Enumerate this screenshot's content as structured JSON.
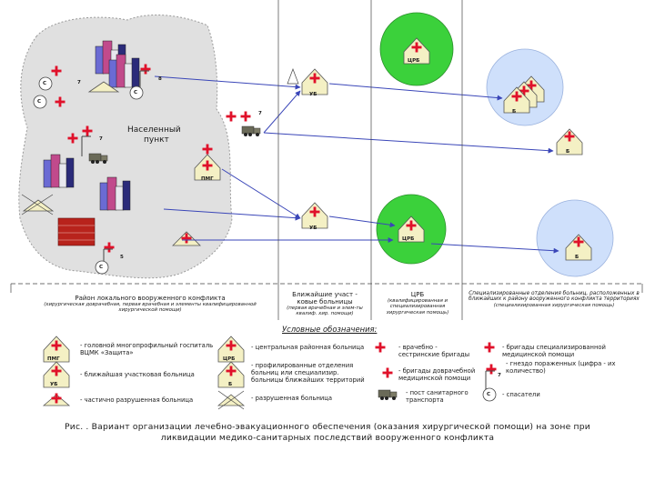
{
  "map": {
    "settlement_label_1": "Населенный",
    "settlement_label_2": "пункт",
    "pmg": "ПМГ",
    "ub": "УБ",
    "crb": "ЦРБ",
    "b": "Б",
    "s": "С",
    "n8": "8",
    "n7": "7",
    "n5": "5"
  },
  "sections": [
    {
      "title": "Район локального вооруженного конфликта",
      "sub": "(хирургическая доврачебная, первая врачебная и элементы квалифицированной хирургической помощи)"
    },
    {
      "title": "Ближайшие участ - ковые больницы",
      "sub": "(первая врачебная и элем-ты квалиф. хир. помощи)"
    },
    {
      "title": "ЦРБ",
      "sub": "(квалифицированная и специализированная хирургическая помощь)"
    },
    {
      "title": "Специализированные отделения больниц, расположенных в ближайших к району вооруженного конфликта территориях",
      "sub": "(специализированная хирургическая помощь)"
    }
  ],
  "legend": {
    "title": "Условные обозначения:",
    "pmg": "- головной многопрофильный госпиталь ВЦМК «Защита»",
    "ub": "- ближайшая участковая больница",
    "partial": "- частично разрушенная больница",
    "crb": "- центральная районная больница",
    "b": "- профилированные отделения больниц или специализир. больницы ближайших территорий",
    "destroyed": "- разрушенная больница",
    "nurse": "- врачебно - сестринские бригады",
    "premed": "- бригады доврачебной медицинской помощи",
    "post": "- пост санитарного транспорта",
    "special": "- бригады специализированной медицинской помощи",
    "wounded": "- гнездо пораженных (цифра - их количество)",
    "rescuers": "- спасатели",
    "code_pmg": "ПМГ",
    "code_ub": "УБ",
    "code_crb": "ЦРБ",
    "code_b": "Б",
    "code_s": "С",
    "code_7": "7"
  },
  "caption": {
    "line1": "Рис. . Вариант организации лечебно-эвакуационного обеспечения (оказания хирургической помощи) на зоне при",
    "line2": "ликвидации медико-санитарных последствий вооруженного конфликта"
  },
  "colors": {
    "cross": "#e0112a",
    "circle": "#3bd13b",
    "blue_circle": "#cfe0fb",
    "arrow": "#3a46b8",
    "marker": "#f4f0c4",
    "brick": "#b8231c"
  }
}
